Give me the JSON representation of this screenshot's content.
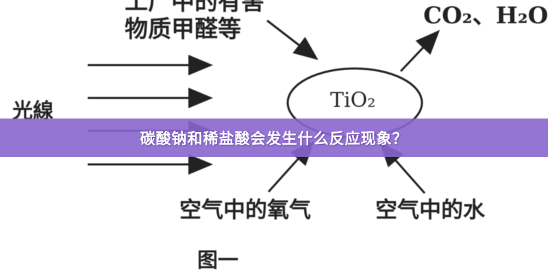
{
  "diagram": {
    "top_left_line1": "工厂中的有害",
    "top_left_line2": "物质甲醛等",
    "products": "CO₂、H₂O",
    "catalyst": "TiO₂",
    "light": "光線",
    "oxygen": "空气中的氧气",
    "water": "空气中的水",
    "figure_caption": "图一"
  },
  "banner": {
    "question": "碳酸钠和稀盐酸会发生什么反应现象？",
    "background_color": "#8a66ce",
    "text_color": "#ffffff"
  }
}
